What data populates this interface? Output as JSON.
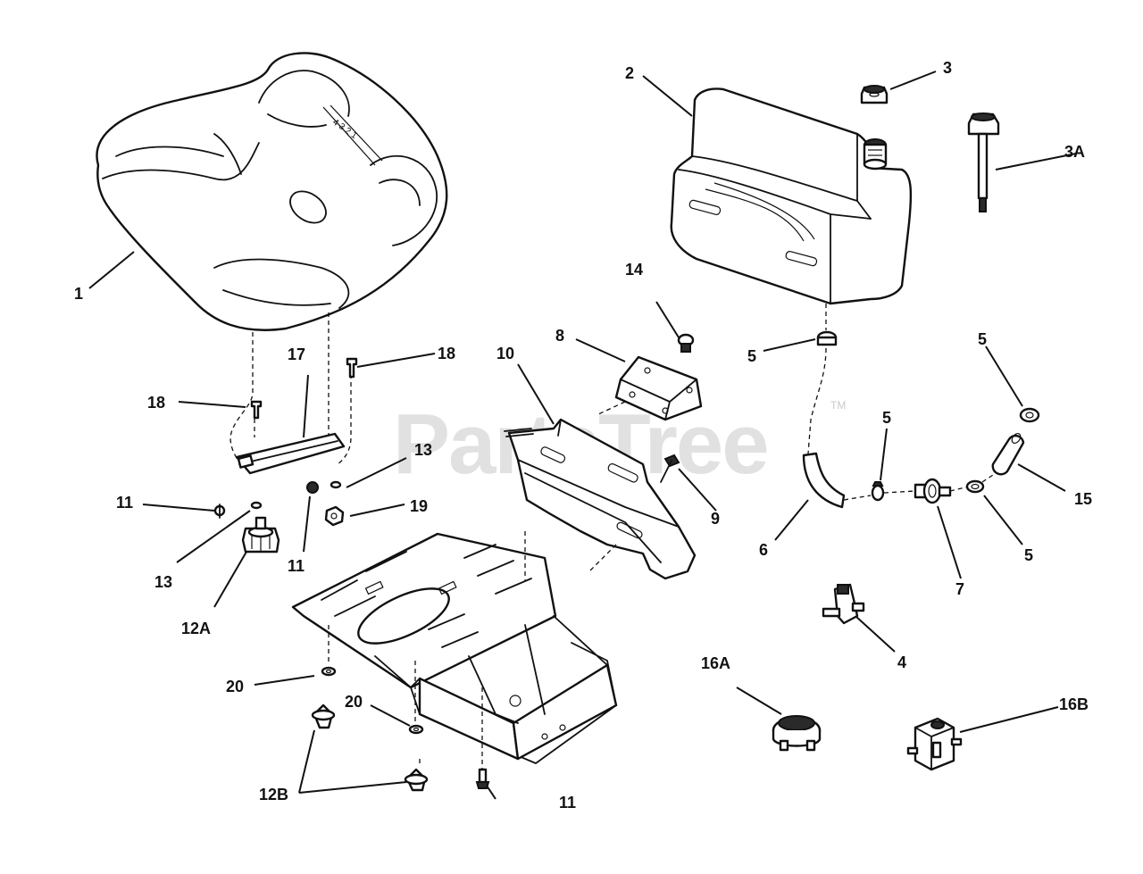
{
  "watermark": {
    "text": "PartsTree",
    "mark": "TM"
  },
  "callouts": {
    "c1": "1",
    "c2": "2",
    "c3": "3",
    "c3a": "3A",
    "c4": "4",
    "c5a": "5",
    "c5b": "5",
    "c5c": "5",
    "c5d": "5",
    "c6": "6",
    "c7": "7",
    "c8": "8",
    "c9": "9",
    "c10": "10",
    "c11a": "11",
    "c11b": "11",
    "c11c": "11",
    "c12a": "12A",
    "c12b": "12B",
    "c13a": "13",
    "c13b": "13",
    "c14": "14",
    "c15": "15",
    "c16a": "16A",
    "c16b": "16B",
    "c17": "17",
    "c18a": "18",
    "c18b": "18",
    "c19": "19",
    "c20a": "20",
    "c20b": "20"
  },
  "parts": {
    "seat": "seat",
    "fuel_tank": "fuel-tank",
    "fuel_cap": "fuel-cap",
    "cap_with_gauge": "fuel-cap-with-gauge",
    "fuel_valve": "fuel-shutoff-valve",
    "hose_clamp": "hose-clamp",
    "fuel_line": "fuel-line",
    "fuel_filter": "fuel-filter",
    "bracket": "tank-bracket",
    "screw": "screw",
    "heat_shield": "heat-shield",
    "bolt": "bolt",
    "knob": "seat-knob",
    "wing_knob": "wing-knob",
    "washer": "washer",
    "bushing": "bushing",
    "hose": "hose",
    "fuel_pump_round": "fuel-pump",
    "fuel_pump_square": "fuel-pump",
    "seat_hinge": "seat-hinge",
    "rivet": "rivet",
    "nut": "nut",
    "seat_pan": "seat-pan"
  }
}
